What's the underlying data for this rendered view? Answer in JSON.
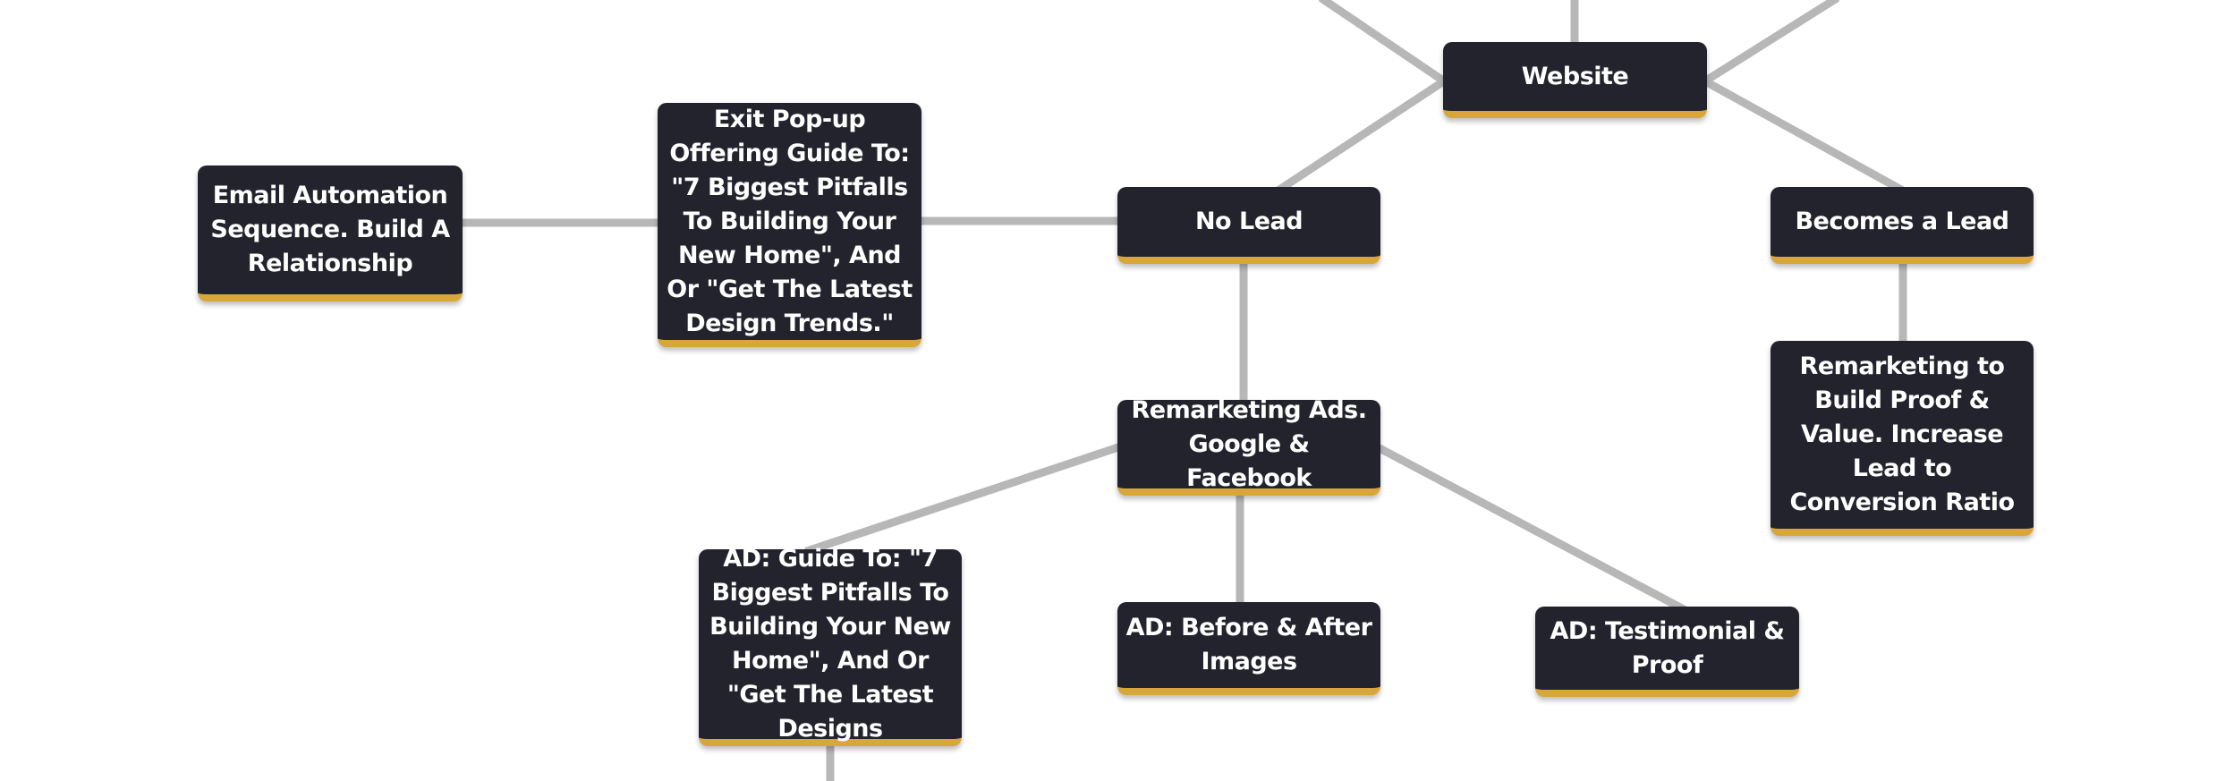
{
  "colors": {
    "node_bg": "#22232d",
    "node_accent": "#d9a63a",
    "node_text": "#ffffff",
    "edge": "#b7b7b7"
  },
  "nodes": {
    "website": "Website",
    "no_lead": "No Lead",
    "becomes_lead": "Becomes a Lead",
    "exit_popup": "Exit Pop-up Offering Guide To: \"7 Biggest Pitfalls To Building Your New Home\", And Or \"Get The Latest Design Trends.\"",
    "email_automation": "Email Automation Sequence. Build A Relationship",
    "remarketing_ads": "Remarketing Ads. Google & Facebook",
    "remarketing_proof": "Remarketing to Build Proof & Value. Increase Lead to Conversion Ratio",
    "ad_guide": "AD: Guide To: \"7 Biggest Pitfalls To Building Your New Home\", And Or \"Get The Latest Designs",
    "ad_before_after": "AD: Before & After Images",
    "ad_testimonial": "AD: Testimonial & Proof"
  }
}
